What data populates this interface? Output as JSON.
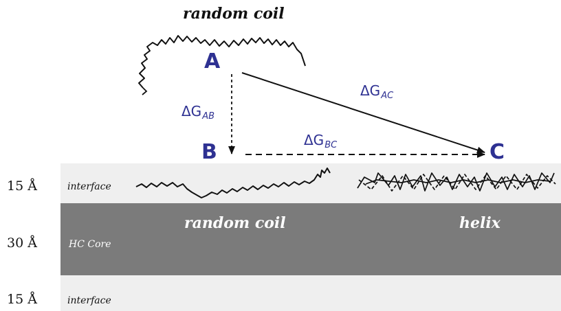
{
  "top_label": "random coil",
  "nodes": {
    "a": "A",
    "b": "B",
    "c": "C"
  },
  "energies": {
    "ab": {
      "symbol": "ΔG",
      "sub": "AB"
    },
    "ac": {
      "symbol": "ΔG",
      "sub": "AC"
    },
    "bc": {
      "symbol": "ΔG",
      "sub": "BC"
    }
  },
  "layers": {
    "top": {
      "thickness": "15 Å",
      "name": "interface"
    },
    "core": {
      "thickness": "30 Å",
      "name": "HC Core",
      "left_label": "random coil",
      "right_label": "helix"
    },
    "bottom": {
      "thickness": "15 Å",
      "name": "interface"
    }
  },
  "colors": {
    "accent": "#2e3192",
    "core": "#7b7b7b",
    "interface": "#efefef"
  }
}
